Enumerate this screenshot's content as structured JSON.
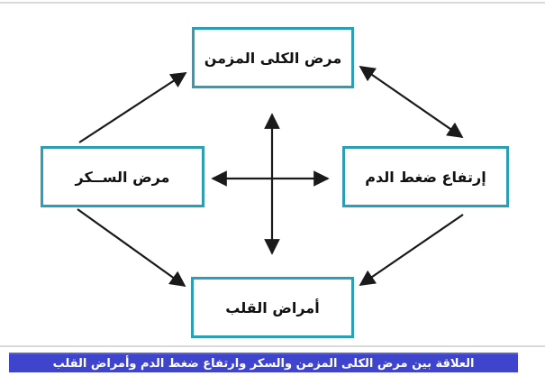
{
  "diagram": {
    "nodes": {
      "top": {
        "id": "chronic-kidney-disease",
        "label": "مرض الكلى المزمن"
      },
      "left": {
        "id": "diabetes",
        "label": "مرض الســكر"
      },
      "right": {
        "id": "hypertension",
        "label": "إرتفاع ضغط الدم"
      },
      "bottom": {
        "id": "heart-diseases",
        "label": "أمراض القلب"
      }
    },
    "edges": [
      {
        "from": "diabetes",
        "to": "chronic-kidney-disease",
        "direction": "one-way"
      },
      {
        "from": "chronic-kidney-disease",
        "to": "hypertension",
        "direction": "two-way"
      },
      {
        "from": "diabetes",
        "to": "heart-diseases",
        "direction": "one-way"
      },
      {
        "from": "hypertension",
        "to": "heart-diseases",
        "direction": "one-way"
      },
      {
        "from": "diabetes",
        "to": "hypertension",
        "direction": "two-way"
      },
      {
        "from": "chronic-kidney-disease",
        "to": "heart-diseases",
        "direction": "two-way"
      }
    ],
    "colors": {
      "box_border": "#2c9fb5",
      "box_fill": "#ffffff",
      "arrow": "#1a1a1a",
      "caption_bg": "#3e45cc",
      "caption_text": "#ffffff",
      "divider": "#d9d9d9"
    }
  },
  "caption": {
    "text": "العلاقة بين مرض الكلى المزمن والسكر وارتفاع ضغط الدم وأمراض القلب"
  }
}
